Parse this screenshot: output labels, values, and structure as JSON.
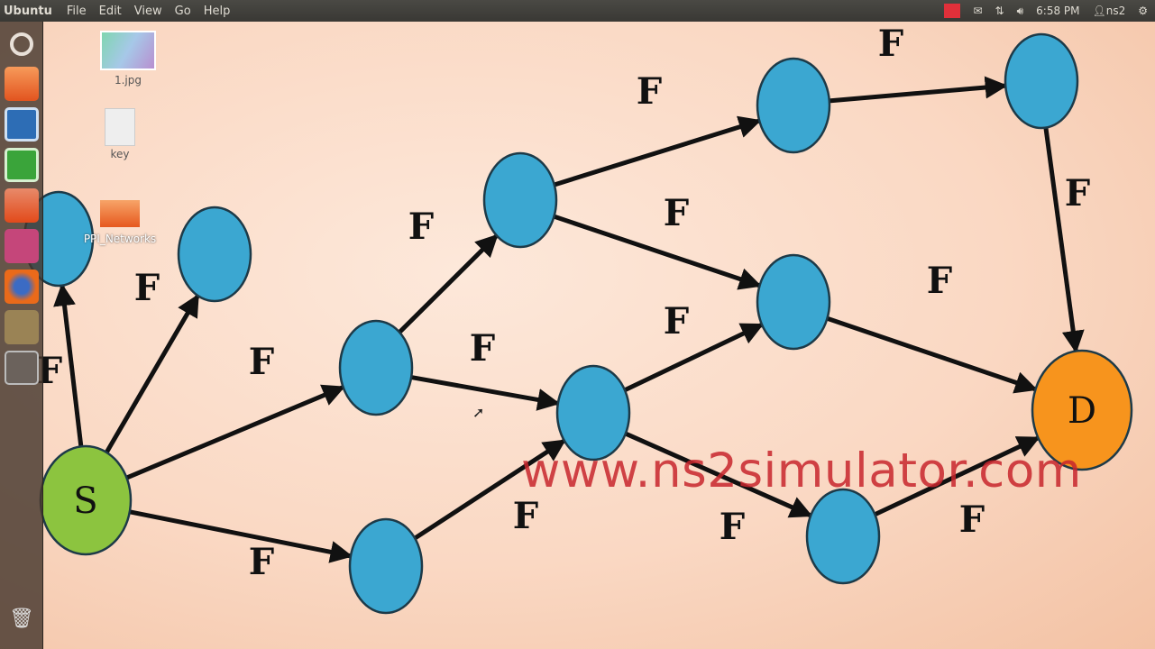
{
  "topbar": {
    "brand": "Ubuntu",
    "menus": [
      "File",
      "Edit",
      "View",
      "Go",
      "Help"
    ],
    "time": "6:58 PM",
    "user": "ns2"
  },
  "desktop_icons": [
    {
      "label": "1.jpg"
    },
    {
      "label": "key"
    },
    {
      "label": "PPI_Networks"
    }
  ],
  "launcher": [
    "dash-icon",
    "files-icon",
    "writer-icon",
    "calc-icon",
    "software-center-icon",
    "app-icon",
    "firefox-icon",
    "gimp-icon",
    "workspace-icon",
    "trash-icon"
  ],
  "graph": {
    "source_label": "S",
    "dest_label": "D",
    "colors": {
      "node": "#3ba7d1",
      "source": "#8cc43f",
      "dest": "#f7941d",
      "edge": "#111111"
    },
    "edge_label": "F",
    "edges": [
      {
        "from": "S",
        "to": "L1",
        "label": "F"
      },
      {
        "from": "S",
        "to": "N1",
        "label": "F"
      },
      {
        "from": "S",
        "to": "A",
        "label": "F"
      },
      {
        "from": "S",
        "to": "I",
        "label": "F"
      },
      {
        "from": "A",
        "to": "B",
        "label": "F"
      },
      {
        "from": "A",
        "to": "H",
        "label": "F"
      },
      {
        "from": "B",
        "to": "C",
        "label": "F"
      },
      {
        "from": "B",
        "to": "G",
        "label": "F"
      },
      {
        "from": "C",
        "to": "E",
        "label": "F"
      },
      {
        "from": "E",
        "to": "D",
        "label": "F"
      },
      {
        "from": "G",
        "to": "D",
        "label": "F"
      },
      {
        "from": "H",
        "to": "G",
        "label": "F"
      },
      {
        "from": "H",
        "to": "J",
        "label": "F"
      },
      {
        "from": "I",
        "to": "H",
        "label": "F"
      },
      {
        "from": "J",
        "to": "D",
        "label": "F"
      }
    ]
  },
  "watermark": "www.ns2simulator.com"
}
